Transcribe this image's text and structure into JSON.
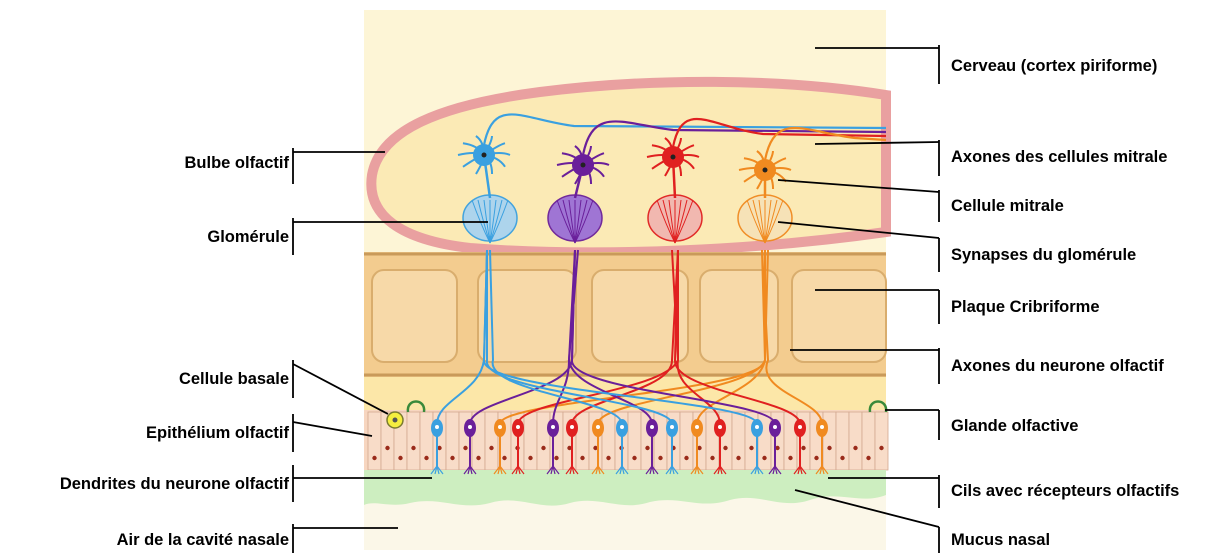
{
  "labels_left": [
    {
      "id": "bulbe-olfactif",
      "text": "Bulbe olfactif"
    },
    {
      "id": "glomerule",
      "text": "Glomérule"
    },
    {
      "id": "cellule-basale",
      "text": "Cellule basale"
    },
    {
      "id": "epithelium-olfactif",
      "text": "Epithélium olfactif"
    },
    {
      "id": "dendrites-neurone",
      "text": "Dendrites du neurone olfactif"
    },
    {
      "id": "air-cavite-nasale",
      "text": "Air de la cavité nasale"
    }
  ],
  "labels_right": [
    {
      "id": "cerveau",
      "text": "Cerveau (cortex piriforme)"
    },
    {
      "id": "axones-mitrale",
      "text": "Axones des cellules mitrale"
    },
    {
      "id": "cellule-mitrale",
      "text": "Cellule mitrale"
    },
    {
      "id": "synapses-glomerule",
      "text": "Synapses du glomérule"
    },
    {
      "id": "plaque-cribriforme",
      "text": "Plaque Cribriforme"
    },
    {
      "id": "axones-neurone",
      "text": "Axones du neurone olfactif"
    },
    {
      "id": "glande-olfactive",
      "text": "Glande olfactive"
    },
    {
      "id": "cils-recepteurs",
      "text": "Cils avec récepteurs olfactifs"
    },
    {
      "id": "mucus-nasal",
      "text": "Mucus nasal"
    }
  ],
  "colors": {
    "background": "#fdf5d6",
    "bulb_outline": "#e9a0a0",
    "bulb_fill": "#fbeab5",
    "cribriform": "#f3cc8f",
    "cribriform_edge": "#c99a5a",
    "epithelium": "#f7d6c0",
    "mucus": "#cdeec0",
    "neuron_blue": "#3aa0e0",
    "neuron_purple": "#6a1f9a",
    "neuron_red": "#e02020",
    "neuron_orange": "#f08a20"
  }
}
